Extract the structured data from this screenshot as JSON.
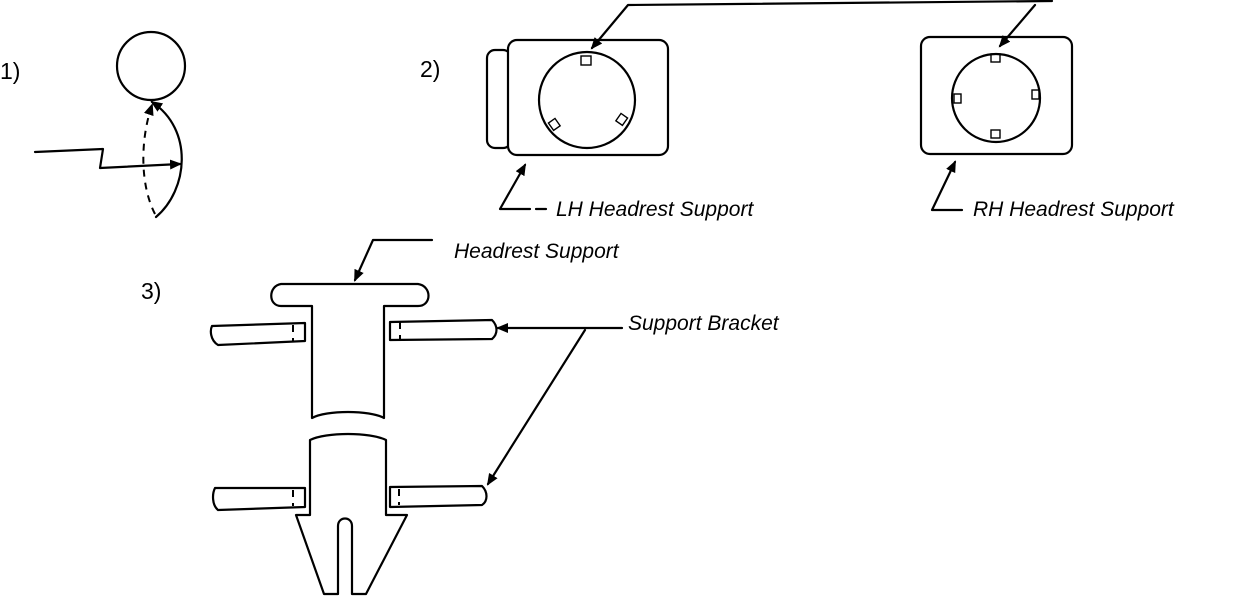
{
  "steps": {
    "step1": "1)",
    "step2": "2)",
    "step3": "3)"
  },
  "callouts": {
    "lh": "LH Headrest Support",
    "rh": "RH Headrest Support",
    "support": "Headrest Support",
    "bracket": "Support Bracket"
  },
  "colors": {
    "ink": "#000000",
    "paper": "#ffffff"
  }
}
